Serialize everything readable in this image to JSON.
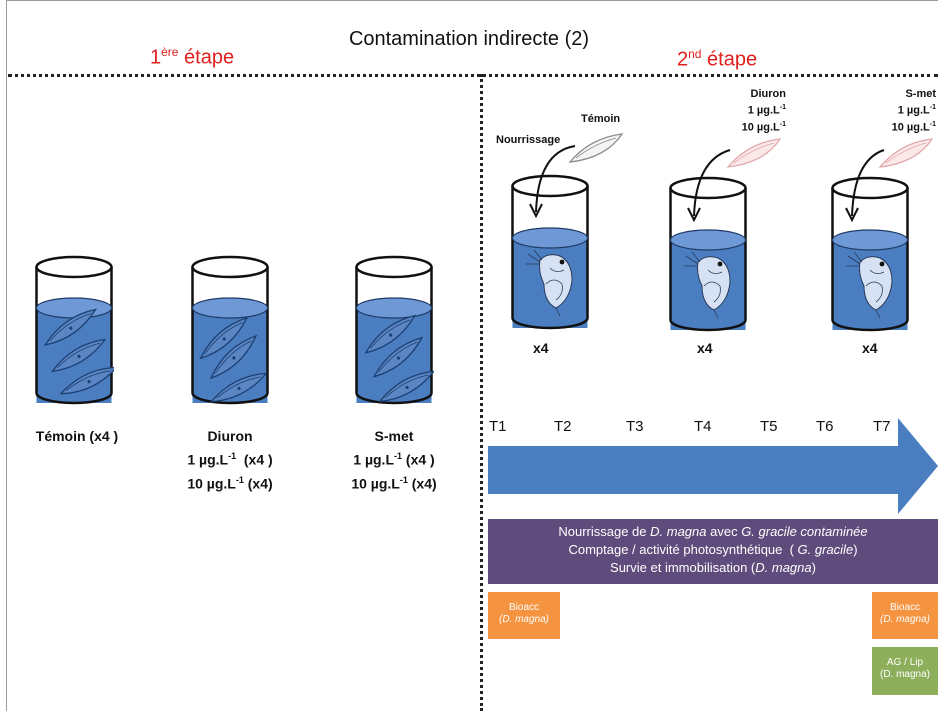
{
  "header": {
    "title": "Contamination indirecte (2)",
    "step1_main": "1",
    "step1_sup": "ère",
    "step1_text": " étape",
    "step2_main": "2",
    "step2_sup": "nd",
    "step2_text": " étape"
  },
  "step1": {
    "temoin_label": "Témoin (x4 )",
    "diuron": {
      "name": "Diuron",
      "dose1": "1 µg.L",
      "dose1_sup": "-1",
      "dose1_rep": "  (x4 )",
      "dose2": "10 µg.L",
      "dose2_sup": "-1",
      "dose2_rep": " (x4)"
    },
    "smet": {
      "name": "S-met",
      "dose1": "1 µg.L",
      "dose1_sup": "-1",
      "dose1_rep": " (x4 )",
      "dose2": "10 µg.L",
      "dose2_sup": "-1",
      "dose2_rep": " (x4)"
    }
  },
  "step2": {
    "nourrissage": "Nourrissage",
    "temoin": "Témoin",
    "diuron": {
      "name": "Diuron",
      "dose1": "1 µg.L",
      "dose2": "10 µg.L",
      "sup": "-1"
    },
    "smet": {
      "name": "S-met",
      "dose1": "1 µg.L",
      "dose2": "10 µg.L",
      "sup": "-1"
    },
    "rep_label": "x4"
  },
  "timeline": {
    "ticks": [
      "T1",
      "T2",
      "T3",
      "T4",
      "T5",
      "T6",
      "T7"
    ],
    "arrow_color": "#4a7ec0"
  },
  "activities": {
    "line1_a": "Nourrissage de ",
    "line1_b": "D. magna",
    "line1_c": " avec ",
    "line1_d": "G. gracile contaminée",
    "line2_a": "Comptage / activité photosynthétique  ( ",
    "line2_b": "G. gracile",
    "line2_c": ")",
    "line3_a": "Survie et immobilisation (",
    "line3_b": "D. magna",
    "line3_c": ")",
    "color": "#5f4b7c"
  },
  "boxes": {
    "bioacc": "Bioacc",
    "dmagna_paren": "(D. magna)",
    "aglip": "AG / Lip",
    "dmagna_paren_open": "(D. magna)",
    "orange": "#f59440",
    "green": "#8dae5b"
  },
  "colors": {
    "water": "#4a7ec0",
    "water_top": "#6e98d6",
    "step_red": "#e0201e"
  }
}
